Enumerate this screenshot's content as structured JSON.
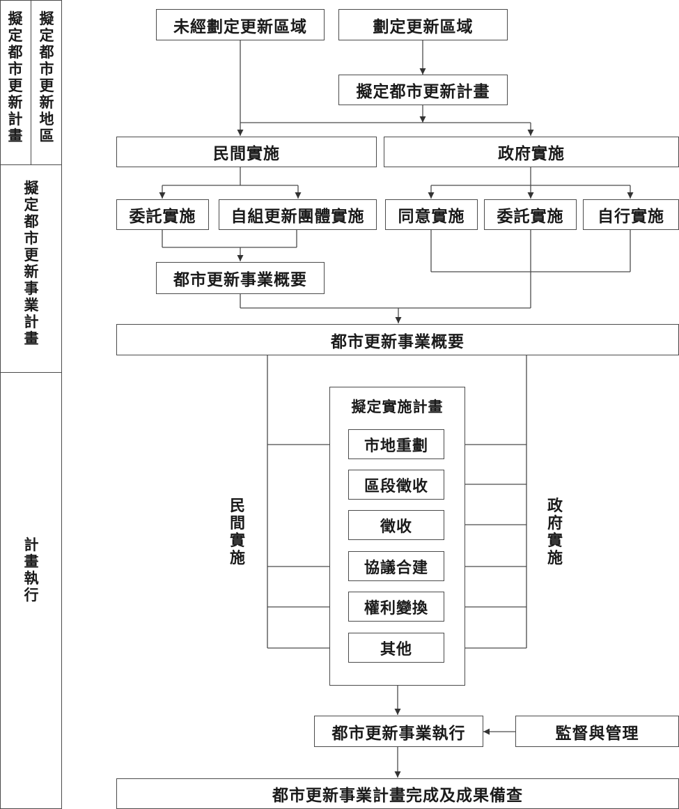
{
  "sidebar": {
    "stage1_left": "擬定都市更新計畫",
    "stage1_right": "擬定都市更新地區",
    "stage2": "擬定都市更新事業計畫",
    "stage3": "計畫執行"
  },
  "nodes": {
    "undesignated_area": "未經劃定更新區域",
    "designated_area": "劃定更新區域",
    "draft_plan": "擬定都市更新計畫",
    "private_impl": "民間實施",
    "gov_impl": "政府實施",
    "commissioned_private": "委託實施",
    "self_org_impl": "自組更新團體實施",
    "consent_impl": "同意實施",
    "commissioned_gov": "委託實施",
    "self_impl": "自行實施",
    "summary_upper": "都市更新事業概要",
    "summary_main": "都市更新事業概要",
    "impl_plan_title": "擬定實施計畫",
    "method_land_readjust": "市地重劃",
    "method_zone_expropriation": "區段徵收",
    "method_expropriation": "徵收",
    "method_joint_build": "協議合建",
    "method_rights_transform": "權利變換",
    "method_other": "其他",
    "side_private": "民間實施",
    "side_gov": "政府實施",
    "execution": "都市更新事業執行",
    "supervision": "監督與管理",
    "completion": "都市更新事業計畫完成及成果備查"
  },
  "colors": {
    "line": "#4a4a4a",
    "text": "#1a1a1a",
    "background": "#ffffff"
  }
}
